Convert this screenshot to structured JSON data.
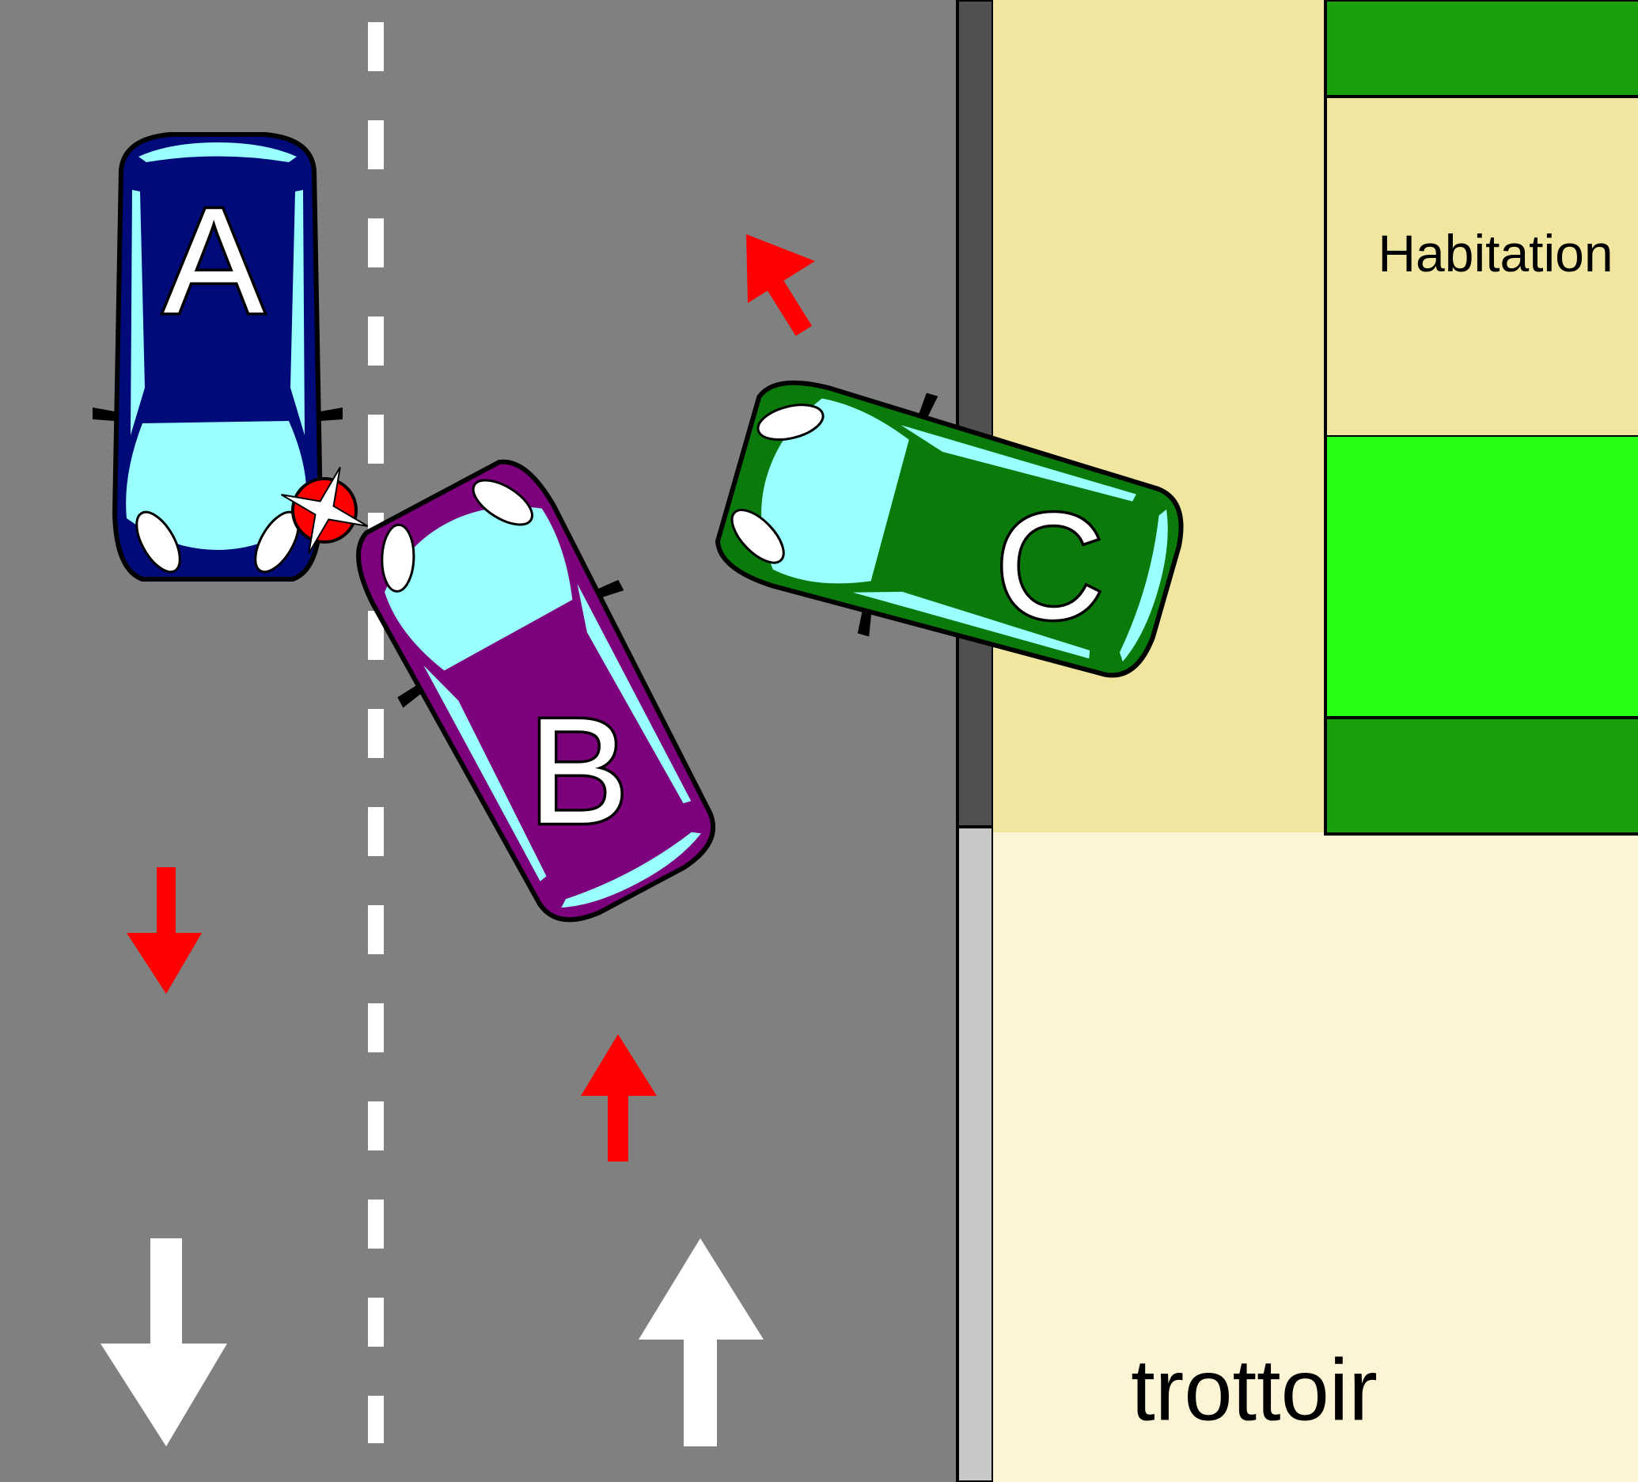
{
  "colors": {
    "road": "#808080",
    "curb_dark": "#505050",
    "curb_light": "#c8c8c8",
    "lot": "#f0e6a0",
    "sidewalk": "#fdf3d5",
    "garden_dark": "#1aa00f",
    "garden_light": "#25ff14",
    "car_a": "#000a78",
    "car_b": "#7d007d",
    "car_c": "#0a7a0a",
    "glass": "#99ffff",
    "motion_arrow": "#ff0000",
    "lane_arrow": "#ffffff",
    "impact": "#ff0000"
  },
  "cars": {
    "a": {
      "label": "A"
    },
    "b": {
      "label": "B"
    },
    "c": {
      "label": "C"
    }
  },
  "labels": {
    "house": "Habitation",
    "sidewalk": "trottoir"
  },
  "icons": {
    "impact": "impact-star-icon",
    "car_motion": "red-direction-arrow-icon",
    "lane_direction": "white-lane-arrow-icon"
  }
}
